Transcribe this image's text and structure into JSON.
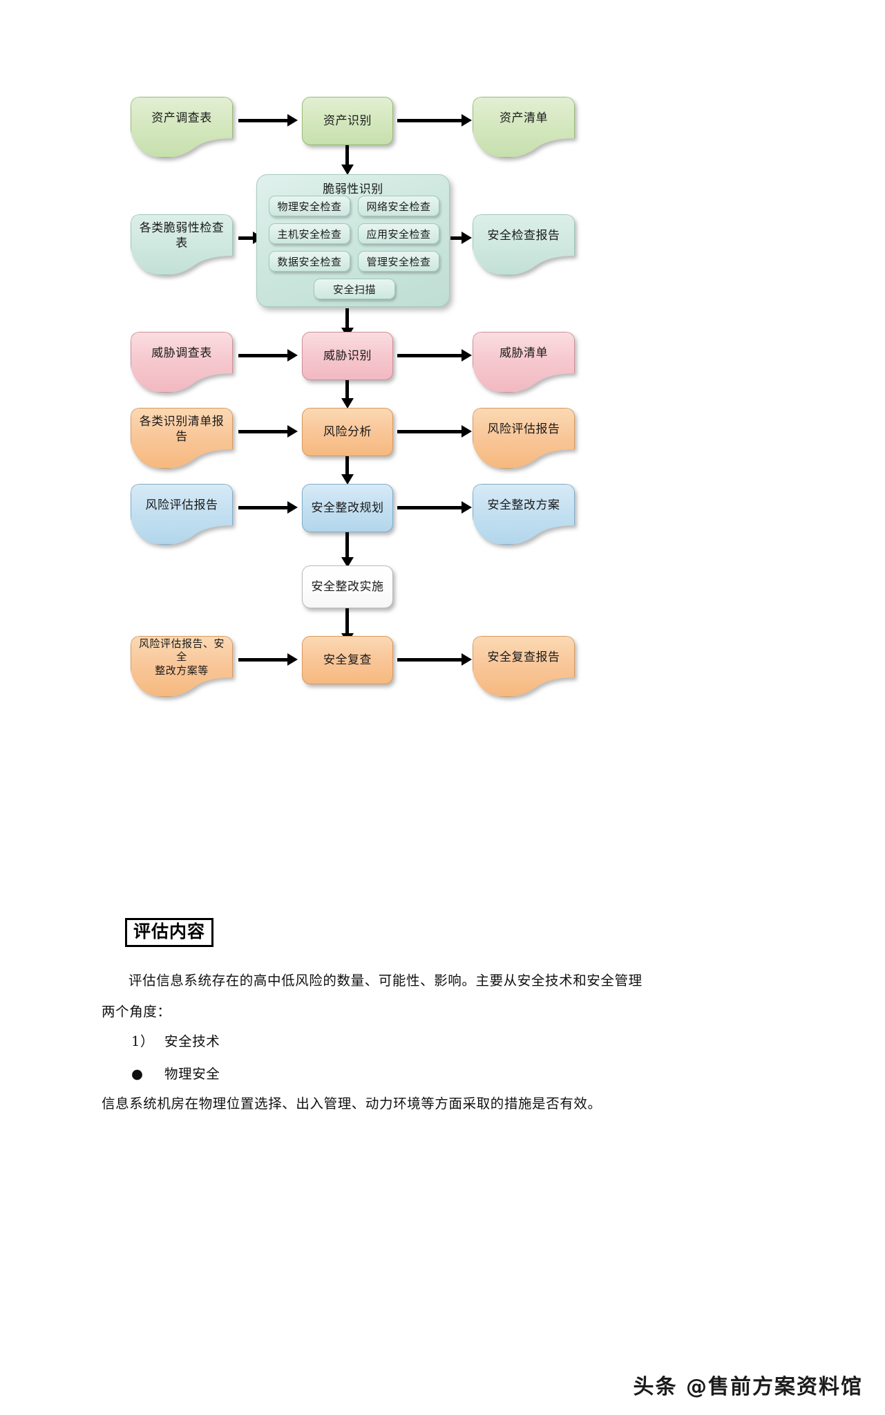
{
  "document": {
    "watermark": "头条 @售前方案资料馆"
  },
  "flowchart": {
    "type": "flow-diagram",
    "rows": [
      {
        "id": "asset",
        "color": "#d5e8bf",
        "input": "资产调查表",
        "process": "资产识别",
        "output": "资产清单"
      },
      {
        "id": "vulnerability",
        "color": "#cfe8e0",
        "input": "各类脆弱性检查表",
        "process": "脆弱性识别",
        "output": "安全检查报告",
        "subitems": [
          "物理安全检查",
          "网络安全检查",
          "主机安全检查",
          "应用安全检查",
          "数据安全检查",
          "管理安全检查",
          "安全扫描"
        ]
      },
      {
        "id": "threat",
        "color": "#f6c9cf",
        "input": "威胁调查表",
        "process": "威胁识别",
        "output": "威胁清单"
      },
      {
        "id": "risk",
        "color": "#f9c79a",
        "input": "各类识别清单报告",
        "process": "风险分析",
        "output": "风险评估报告"
      },
      {
        "id": "plan",
        "color": "#c4e0f1",
        "input": "风险评估报告",
        "process": "安全整改规划",
        "output": "安全整改方案"
      },
      {
        "id": "implement",
        "color": "#ffffff",
        "input": "",
        "process": "安全整改实施",
        "output": ""
      },
      {
        "id": "review",
        "color": "#f9c79a",
        "input": "风险评估报告、安全整改方案等",
        "input_line1": "风险评估报告、安全",
        "input_line2": "整改方案等",
        "process": "安全复查",
        "output": "安全复查报告"
      }
    ]
  },
  "content": {
    "heading": "评估内容",
    "paragraph1_line1": "评估信息系统存在的高中低风险的数量、可能性、影响。主要从安全技术和安全管理",
    "paragraph1_line2": "两个角度：",
    "list_item_number": "1）",
    "list_item_text": "安全技术",
    "bullet_marker": "●",
    "bullet_text": "物理安全",
    "paragraph2": "信息系统机房在物理位置选择、出入管理、动力环境等方面采取的措施是否有效。"
  }
}
